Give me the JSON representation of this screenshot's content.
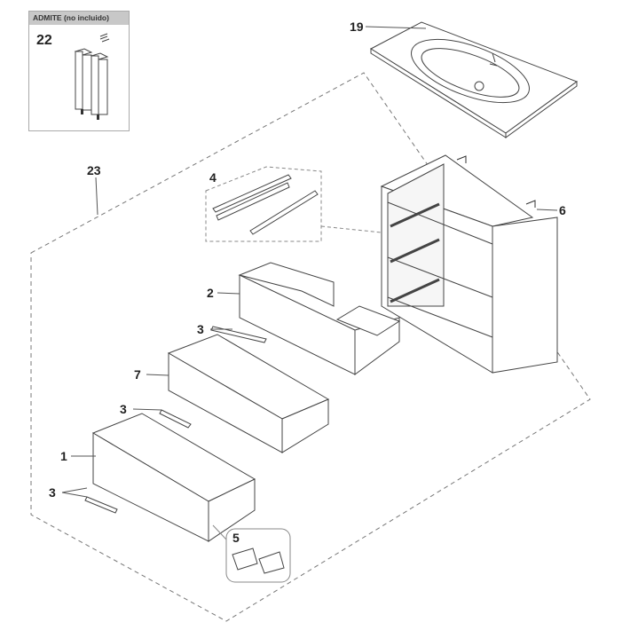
{
  "optional_box": {
    "header": "ADMITE (no incluido)",
    "part_number": "22"
  },
  "parts": {
    "sink": "19",
    "assembly_outline": "23",
    "drawer_runners": "4",
    "wall_brackets": "6",
    "top_drawer": "2",
    "runner_top": "3",
    "middle_drawer": "7",
    "runner_middle": "3",
    "bottom_drawer": "1",
    "runner_bottom": "3",
    "clips": "5"
  }
}
